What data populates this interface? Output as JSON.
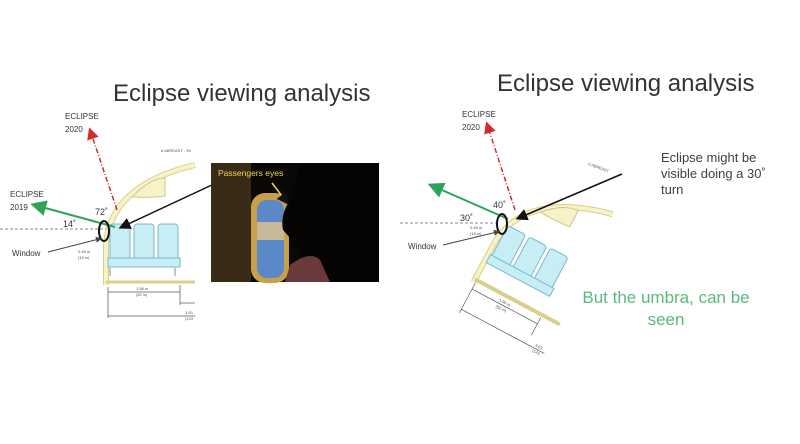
{
  "left_slide": {
    "title": "Eclipse viewing analysis",
    "eclipse_2020": [
      "ECLIPSE",
      "2020"
    ],
    "eclipse_2019": [
      "ECLIPSE",
      "2019"
    ],
    "angle_horizontal": "14˚",
    "angle_vertical": "72˚",
    "window_label": "Window",
    "layout_label": "6 ABREAST - 9ft",
    "dim_small": [
      "0.46 m",
      "(18 in)"
    ],
    "dim_mid": [
      "1.58 m",
      "(62 in)"
    ],
    "dim_large": [
      "3.63",
      "(143"
    ],
    "photo_caption": "Passengers eyes"
  },
  "right_slide": {
    "title": "Eclipse viewing analysis",
    "eclipse_2020": [
      "ECLIPSE",
      "2020"
    ],
    "angle_horizontal": "30˚",
    "angle_vertical": "40˚",
    "window_label": "Window",
    "layout_label": "6 ABREAST",
    "dim_small": [
      "0.46 m",
      "(18 in)"
    ],
    "dim_mid": [
      "1.58 m",
      "(62 in)"
    ],
    "dim_large": [
      "3.63",
      "(143"
    ],
    "note": [
      "Eclipse might be",
      "visible doing a 30˚",
      "turn"
    ],
    "umbra_note": [
      "But the umbra, can be",
      "seen"
    ]
  },
  "colors": {
    "eclipse_2019": "#2ea35a",
    "eclipse_2020": "#d42a2a",
    "seat": "#c8eef5",
    "fuselage": "#f7f2c8",
    "umbra_text": "#5cb87a",
    "caption": "#e8d84a"
  }
}
